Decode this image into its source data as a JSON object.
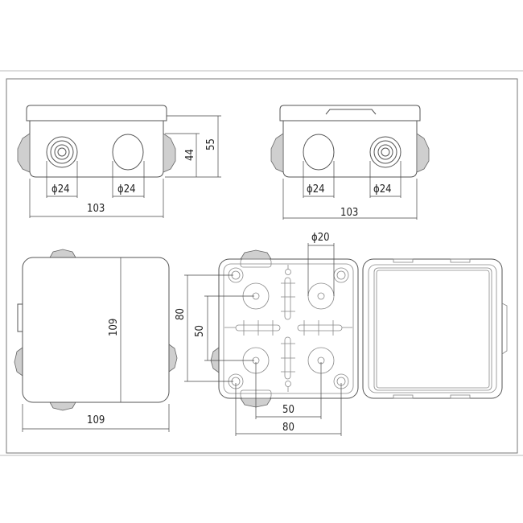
{
  "drawing": {
    "front_view_left": {
      "hole1_diameter": "ϕ24",
      "hole2_diameter": "ϕ24",
      "width": "103",
      "body_height": "44",
      "total_height": "55"
    },
    "front_view_right": {
      "hole1_diameter": "ϕ24",
      "hole2_diameter": "ϕ24",
      "width": "103"
    },
    "top_view": {
      "height": "109",
      "width": "109"
    },
    "base_view": {
      "outer_hole_spacing_v": "80",
      "inner_hole_spacing_v": "50",
      "entry_diameter": "ϕ20",
      "inner_hole_spacing_h": "50",
      "outer_hole_spacing_h": "80"
    }
  }
}
